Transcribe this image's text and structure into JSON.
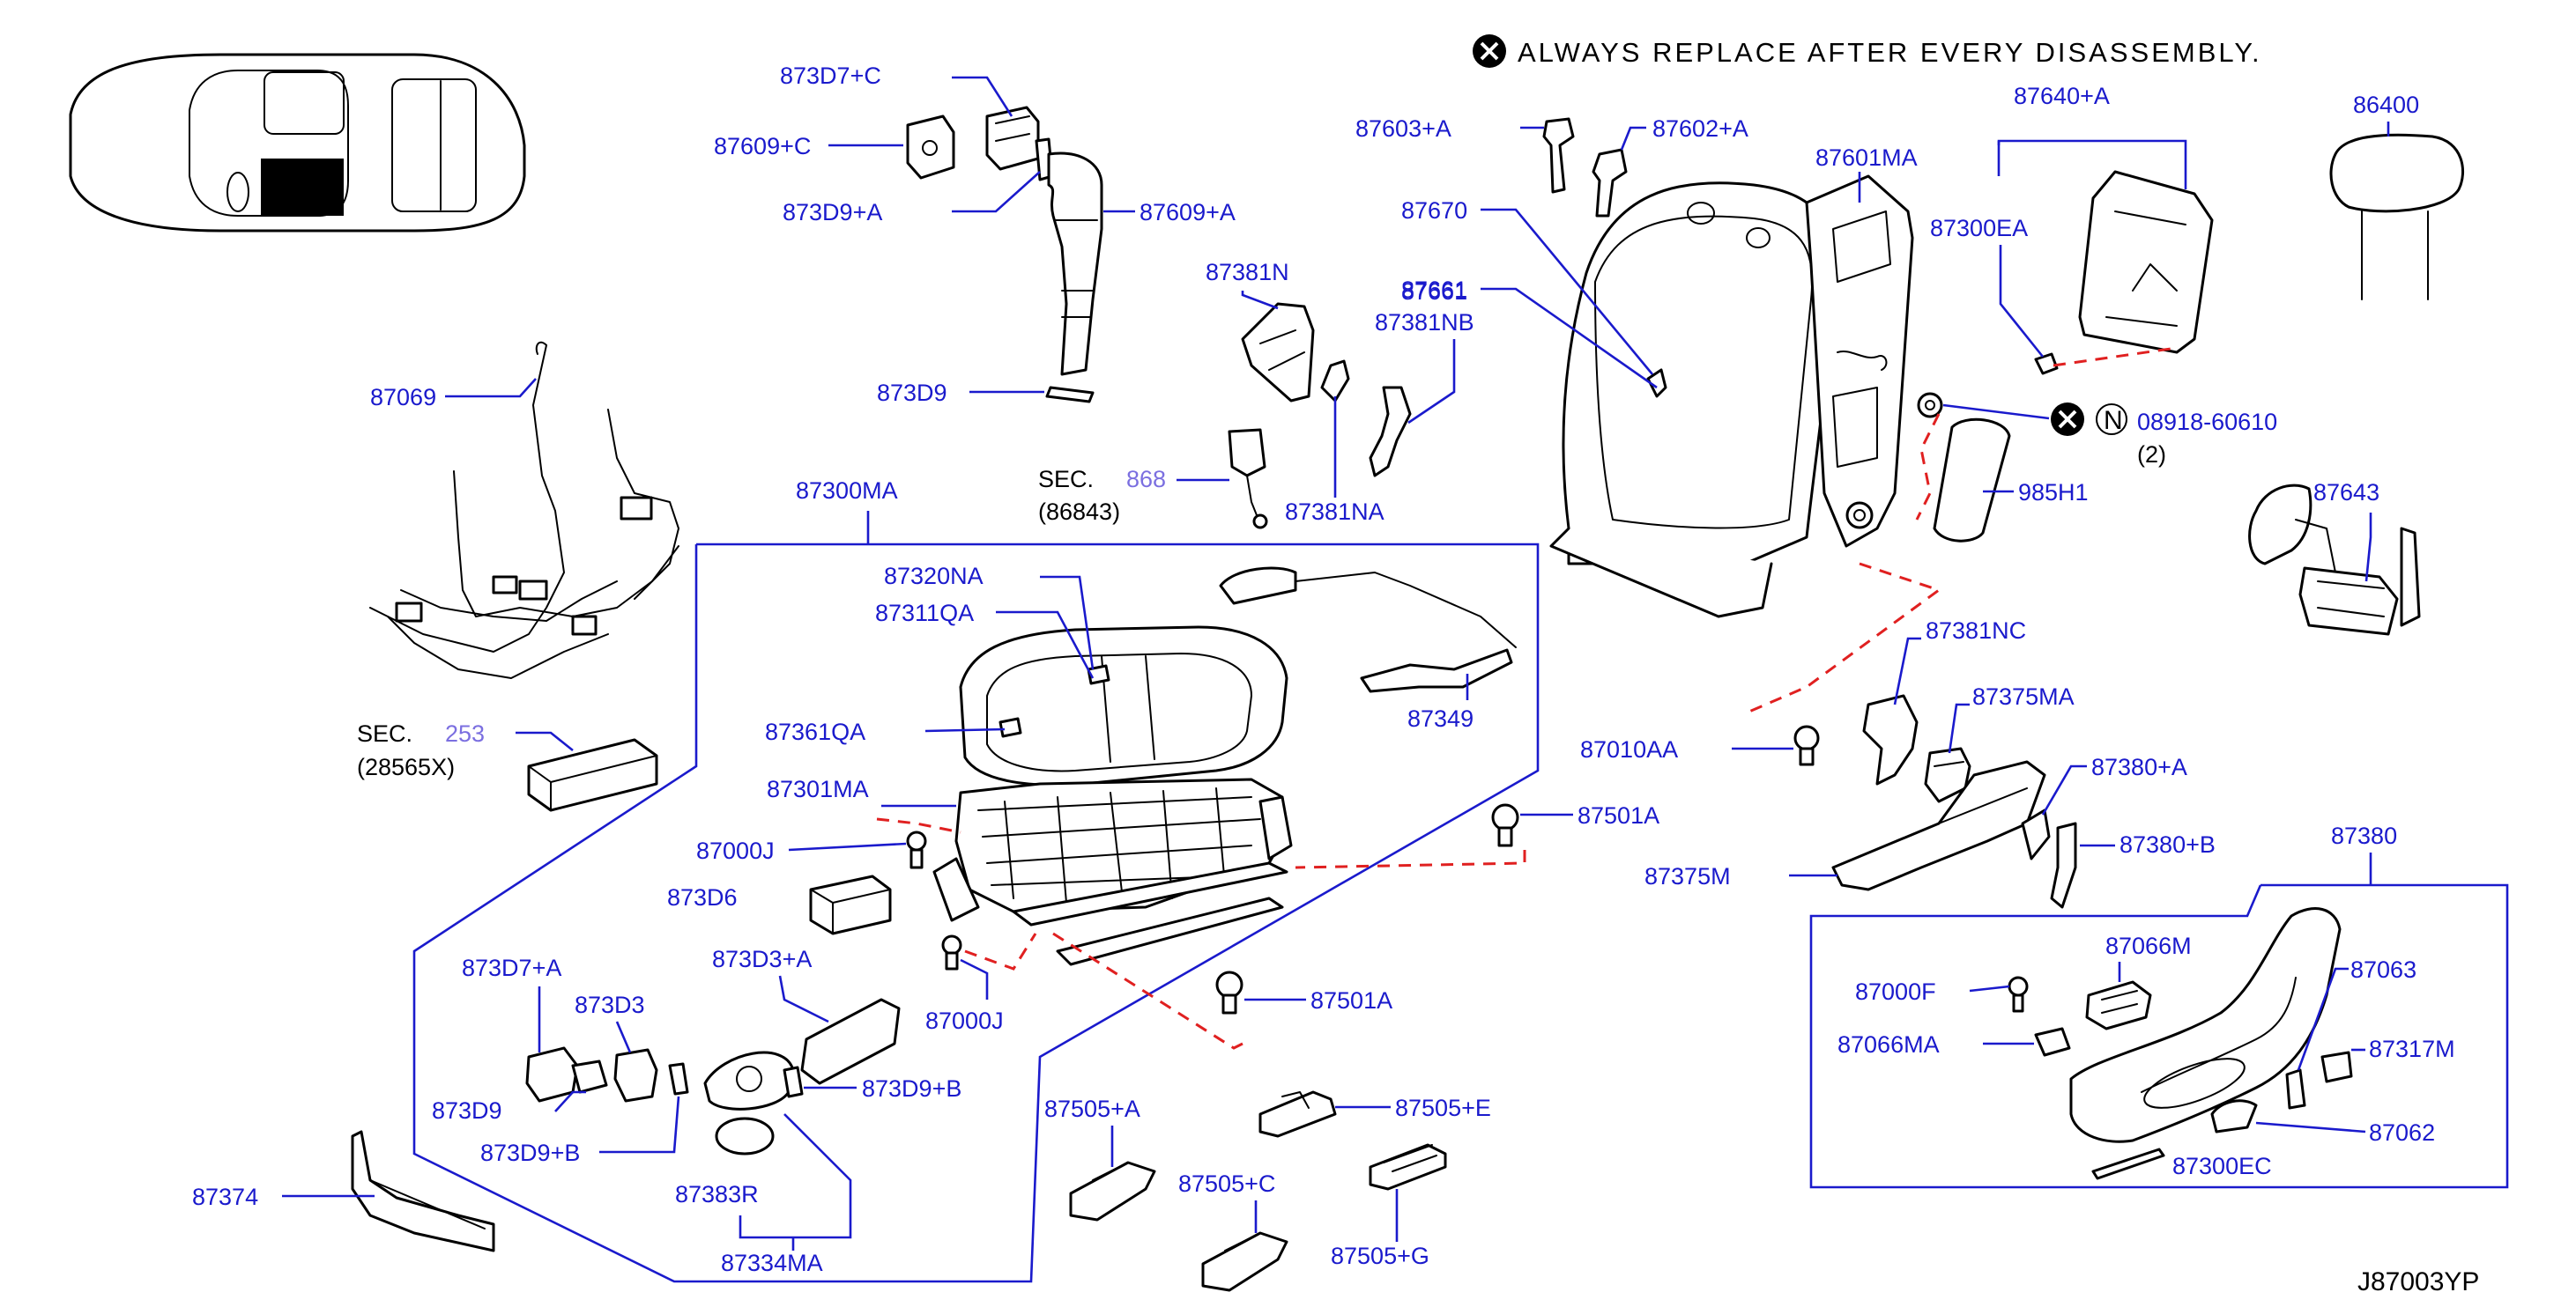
{
  "note": {
    "text": "ALWAYS REPLACE AFTER EVERY DISASSEMBLY."
  },
  "diagram_code": "J87003YP",
  "sections": {
    "sec868": {
      "prefix": "SEC.",
      "number": "868",
      "ref": "(86843)"
    },
    "sec253": {
      "prefix": "SEC.",
      "number": "253",
      "ref": "(28565X)"
    }
  },
  "fastener": {
    "symbol": "N",
    "part": "08918-60610",
    "qty": "(2)"
  },
  "labels": {
    "p873D7C": "873D7+C",
    "p87609C": "87609+C",
    "p873D9A": "873D9+A",
    "p87609A": "87609+A",
    "p873D9": "873D9",
    "p87069": "87069",
    "p87300MA": "87300MA",
    "p87381N": "87381N",
    "p87661": "87661",
    "p87381NB": "87381NB",
    "p87381NA": "87381NA",
    "p87603A": "87603+A",
    "p87602A": "87602+A",
    "p87670": "87670",
    "p87601MA": "87601MA",
    "p87640A": "87640+A",
    "p87300EA": "87300EA",
    "p86400": "86400",
    "p985H1": "985H1",
    "p87643": "87643",
    "p87320NA": "87320NA",
    "p87311QA": "87311QA",
    "p87361QA": "87361QA",
    "p87301MA": "87301MA",
    "p87349": "87349",
    "p87000J_a": "87000J",
    "p873D6": "873D6",
    "p87000J_b": "87000J",
    "p87501A_a": "87501A",
    "p87501A_b": "87501A",
    "p87381NC": "87381NC",
    "p87010AA": "87010AA",
    "p87375MA": "87375MA",
    "p87375M": "87375M",
    "p87380A": "87380+A",
    "p87380B": "87380+B",
    "p87380": "87380",
    "p873D7A": "873D7+A",
    "p873D3": "873D3",
    "p873D3A": "873D3+A",
    "p873D9_b": "873D9",
    "p873D9B": "873D9+B",
    "p873D9Bb": "873D9+B",
    "p87383R": "87383R",
    "p87334MA": "87334MA",
    "p87374": "87374",
    "p87505A": "87505+A",
    "p87505C": "87505+C",
    "p87505E": "87505+E",
    "p87505G": "87505+G",
    "p87000F": "87000F",
    "p87066M": "87066M",
    "p87066MA": "87066MA",
    "p87063": "87063",
    "p87317M": "87317M",
    "p87062": "87062",
    "p87300EC": "87300EC"
  }
}
